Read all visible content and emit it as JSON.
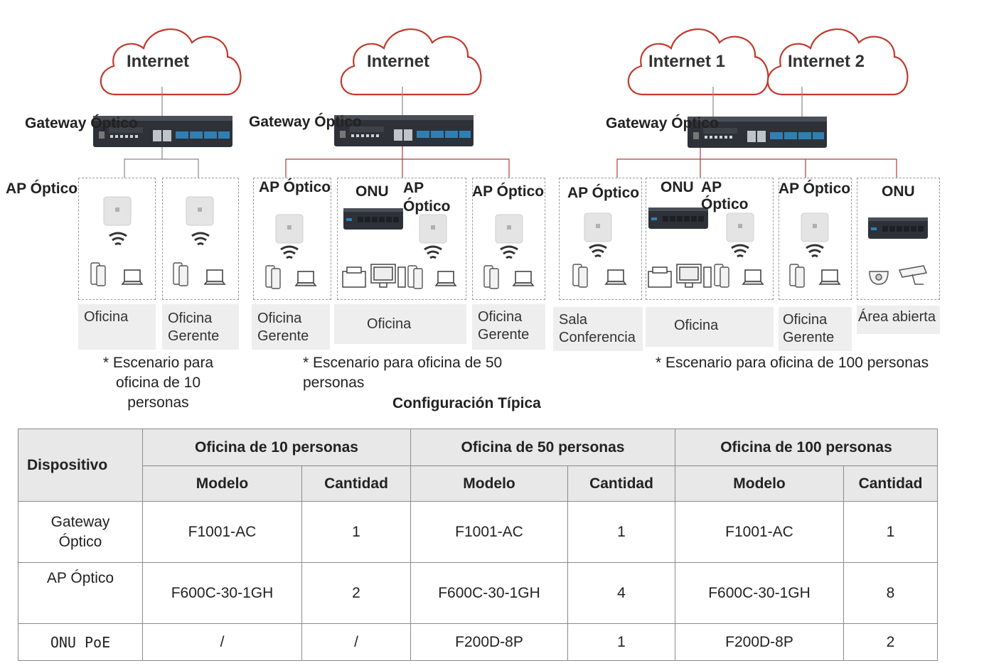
{
  "diagram": {
    "clouds": [
      {
        "label": "Internet"
      },
      {
        "label": "Internet"
      },
      {
        "label": "Internet   1"
      },
      {
        "label": "Internet   2"
      }
    ],
    "gateway_label": "Gateway Óptico",
    "ap_label": "AP Óptico",
    "onu_label": "ONU",
    "ap_label_split": "AP\nÓptico",
    "rooms": {
      "s1": [
        "Oficina",
        "Oficina\nGerente"
      ],
      "s2": [
        "Oficina\nGerente",
        "Oficina",
        "Oficina\nGerente"
      ],
      "s3": [
        "Sala\nConferencia",
        "Oficina",
        "Oficina\nGerente",
        "Área abierta"
      ]
    },
    "captions": [
      "* Escenario para\noficina de 10\npersonas",
      "* Escenario para oficina de 50\npersonas",
      "* Escenario para oficina de 100 personas"
    ]
  },
  "table": {
    "title": "Configuración Típica",
    "device_header": "Dispositivo",
    "groups": [
      "Oficina de 10 personas",
      "Oficina de 50 personas",
      "Oficina de 100 personas"
    ],
    "subheaders": [
      "Modelo",
      "Cantidad"
    ],
    "rows": [
      {
        "device": "Gateway\nÓptico",
        "cells": [
          "F1001-AC",
          "1",
          "F1001-AC",
          "1",
          "F1001-AC",
          "1"
        ]
      },
      {
        "device": "AP Óptico",
        "cells": [
          "F600C-30-1GH",
          "2",
          "F600C-30-1GH",
          "4",
          "F600C-30-1GH",
          "8"
        ]
      },
      {
        "device": "ONU PoE",
        "cells": [
          "/",
          "/",
          "F200D-8P",
          "1",
          "F200D-8P",
          "2"
        ]
      }
    ]
  },
  "colors": {
    "cloud_stroke": "#c0392b",
    "line_red": "#b03a3a",
    "device_dark": "#2e3238",
    "port_blue": "#2f7fb5"
  }
}
